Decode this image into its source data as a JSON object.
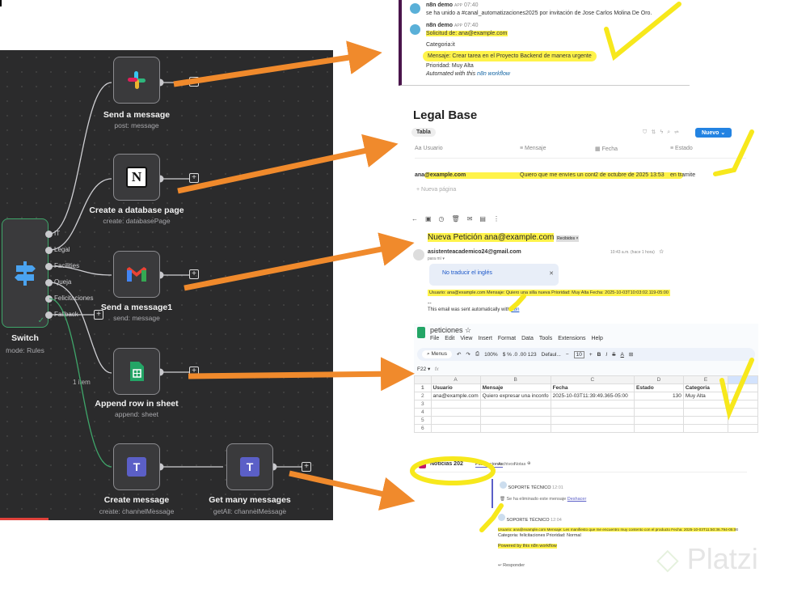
{
  "workflow": {
    "switch": {
      "title": "Switch",
      "subtitle": "mode: Rules",
      "outputs": [
        "IT",
        "Legal",
        "Facilities",
        "Queja",
        "Felicitaciones",
        "Fallback"
      ]
    },
    "nodes": [
      {
        "title": "Send a message",
        "subtitle": "post: message",
        "icon": "slack-icon"
      },
      {
        "title": "Create a database page",
        "subtitle": "create: databasePage",
        "icon": "notion-icon"
      },
      {
        "title": "Send a message1",
        "subtitle": "send: message",
        "icon": "gmail-icon"
      },
      {
        "title": "Append row in sheet",
        "subtitle": "append: sheet",
        "icon": "google-sheets-icon"
      },
      {
        "title": "Create message",
        "subtitle": "create: channelMessage",
        "icon": "teams-icon"
      },
      {
        "title": "Get many messages",
        "subtitle": "getAll: channelMessage",
        "icon": "teams-icon"
      }
    ],
    "item_count": "1 item",
    "colors": {
      "canvas": "#2b2b2c",
      "success": "#3fa66a",
      "arrow": "#f08a2c",
      "highlight": "#fff34a"
    }
  },
  "slack": {
    "msg1": {
      "user": "n8n demo",
      "badge": "APP",
      "time": "07:40",
      "text": "se ha unido a #canal_automatizaciones2025 por invitación de Jose Carlos Molina De Oro."
    },
    "msg2": {
      "user": "n8n demo",
      "badge": "APP",
      "time": "07:40",
      "lines": [
        "Solicitud de: ana@example.com",
        "Categoria:it",
        "Mensaje:  Crear tarea en el Proyecto Backend de manera urgente",
        "Prioridad: Muy Alta"
      ],
      "footer_prefix": "Automated with this",
      "footer_link": "n8n workflow"
    }
  },
  "notion": {
    "title": "Legal Base",
    "view": "Tabla",
    "new_button": "Nuevo",
    "columns": [
      "Usuario",
      "Mensaje",
      "Fecha",
      "Estado"
    ],
    "row": [
      "ana@example.com",
      "Quiero que me envíes un contr",
      "2 de octubre de 2025 13:53",
      "en tramite"
    ],
    "new_page": "+ Nueva página"
  },
  "gmail": {
    "subject": "Nueva Petición ana@example.com",
    "label": "Recibidos ×",
    "from": "asistenteacademico24@gmail.com",
    "to": "para mí ▾",
    "time": "10:43 a.m. (hace 1 hora)",
    "translate": "No traducir el inglés",
    "body": "Usuario: ana@example.com Mensaje: Quiero una silla nueva Prioridad: Muy Alta Fecha: 2025-10-03T10:03:02.119-05:00",
    "sep": "--",
    "footer_prefix": "This email was sent automatically with",
    "footer_link": "n8n"
  },
  "sheets": {
    "title": "peticiones",
    "menu": [
      "File",
      "Edit",
      "View",
      "Insert",
      "Format",
      "Data",
      "Tools",
      "Extensions",
      "Help"
    ],
    "search": "Menus",
    "zoom": "100%",
    "font": "Defaul...",
    "font_size": "10",
    "cell": "F22",
    "fx": "fx",
    "col_letters": [
      "A",
      "B",
      "C",
      "D",
      "E",
      "F"
    ],
    "rows": [
      [
        "Usuario",
        "Mensaje",
        "Fecha",
        "Estado",
        "Categoria",
        ""
      ],
      [
        "ana@example.com",
        "Quiero expresar una inconfo",
        "2025-10-03T11:39:49.365-05:00",
        "130",
        "Muy Alta",
        ""
      ],
      [
        "",
        "",
        "",
        "",
        "",
        ""
      ],
      [
        "",
        "",
        "",
        "",
        "",
        ""
      ],
      [
        "",
        "",
        "",
        "",
        "",
        ""
      ],
      [
        "",
        "",
        "",
        "",
        "",
        ""
      ]
    ]
  },
  "teams": {
    "channel": "Noticias 202",
    "tabs": [
      "Publicaciones",
      "Archivos",
      "Notas"
    ],
    "post1": {
      "user": "SOPORTE TÉCNICO",
      "time": "12:01",
      "text": "Se ha eliminado este mensaje",
      "undo": "Deshacer"
    },
    "post2": {
      "user": "SOPORTE TÉCNICO",
      "time": "12:04",
      "text": "Usuario: ana@example.com Mensaje: Les manifiesto que me encuentro muy contento con el producto Fecha: 2025-10-03T11:50:36.794-05:00",
      "text2": "Categoria: felicitaciones Prioridad: Normal",
      "footer": "Powered by this n8n workflow"
    },
    "reply": "Responder"
  },
  "watermark": "Platzi"
}
